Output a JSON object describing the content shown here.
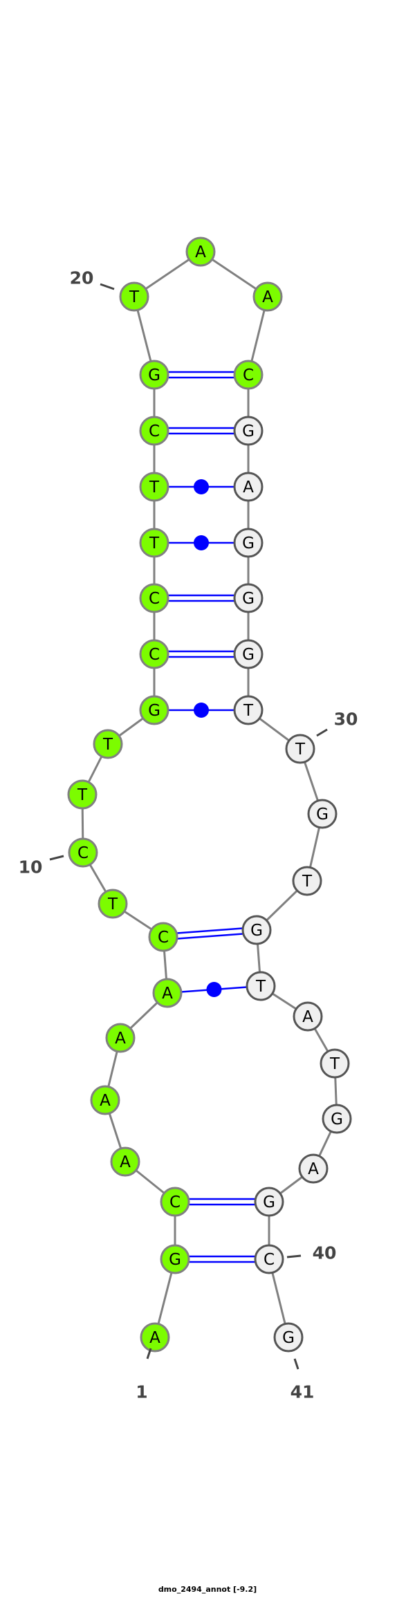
{
  "sequence": "AGCAAAACTCTTGCCTTCGTAACGAGGGTTGTGTATGAGCG",
  "colors": {
    "highlight": "#7cfc00",
    "plain": "#f0f0f0",
    "backbone": "#808080",
    "pair": "#0000ff",
    "label": "#444444"
  },
  "highlighted_range": [
    1,
    23
  ],
  "pairs": [
    [
      2,
      40,
      "double"
    ],
    [
      3,
      39,
      "double"
    ],
    [
      7,
      34,
      "dot"
    ],
    [
      8,
      33,
      "double"
    ],
    [
      13,
      29,
      "dot"
    ],
    [
      14,
      28,
      "double"
    ],
    [
      15,
      27,
      "double"
    ],
    [
      16,
      26,
      "dot"
    ],
    [
      17,
      25,
      "dot"
    ],
    [
      18,
      24,
      "double"
    ],
    [
      19,
      23,
      "double"
    ]
  ],
  "position_labels": [
    {
      "index": 1,
      "text": "1"
    },
    {
      "index": 10,
      "text": "10"
    },
    {
      "index": 20,
      "text": "20"
    },
    {
      "index": 30,
      "text": "30"
    },
    {
      "index": 40,
      "text": "40"
    },
    {
      "index": 41,
      "text": "41"
    }
  ],
  "caption": "dmo_2494_annot [-9.2]"
}
